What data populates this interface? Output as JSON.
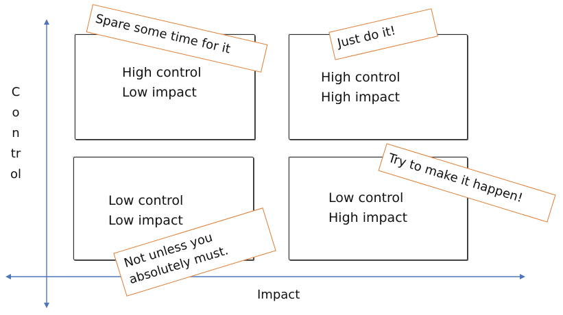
{
  "axes": {
    "x_label": "Impact",
    "y_label": "Control"
  },
  "quadrants": {
    "top_left": {
      "line1": "High control",
      "line2": "Low impact"
    },
    "top_right": {
      "line1": "High control",
      "line2": "High impact"
    },
    "bottom_left": {
      "line1": "Low control",
      "line2": "Low impact"
    },
    "bottom_right": {
      "line1": "Low control",
      "line2": "High impact"
    }
  },
  "notes": {
    "top_left": {
      "line1": "Spare some time for it"
    },
    "top_right": {
      "line1": "Just do it!"
    },
    "bottom_right": {
      "line1": "Try to make it happen!"
    },
    "bottom_left": {
      "line1": "Not unless you",
      "line2": "absolutely must."
    }
  },
  "colors": {
    "axis": "#4f76b8",
    "note_border": "#e07b2e",
    "box_border": "#2f2f2f"
  }
}
